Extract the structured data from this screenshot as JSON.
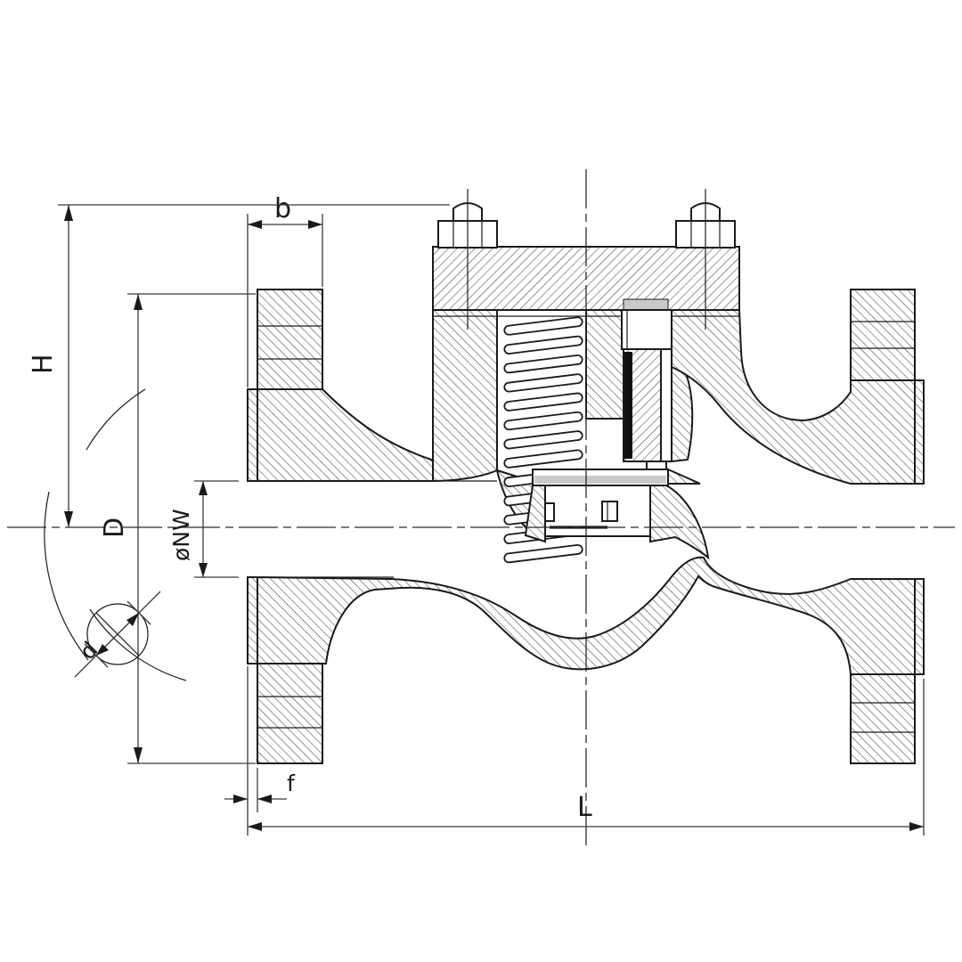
{
  "drawing": {
    "labels": {
      "height": "H",
      "flange_od": "D",
      "nominal_bore": "øNW",
      "flange_thickness": "b",
      "raised_face": "f",
      "bolt_hole": "d",
      "length": "L"
    },
    "colors": {
      "line": "#1a1a1a",
      "background": "#ffffff",
      "gasket_gray": "#c9c9c9",
      "stem_black": "#111111"
    }
  }
}
